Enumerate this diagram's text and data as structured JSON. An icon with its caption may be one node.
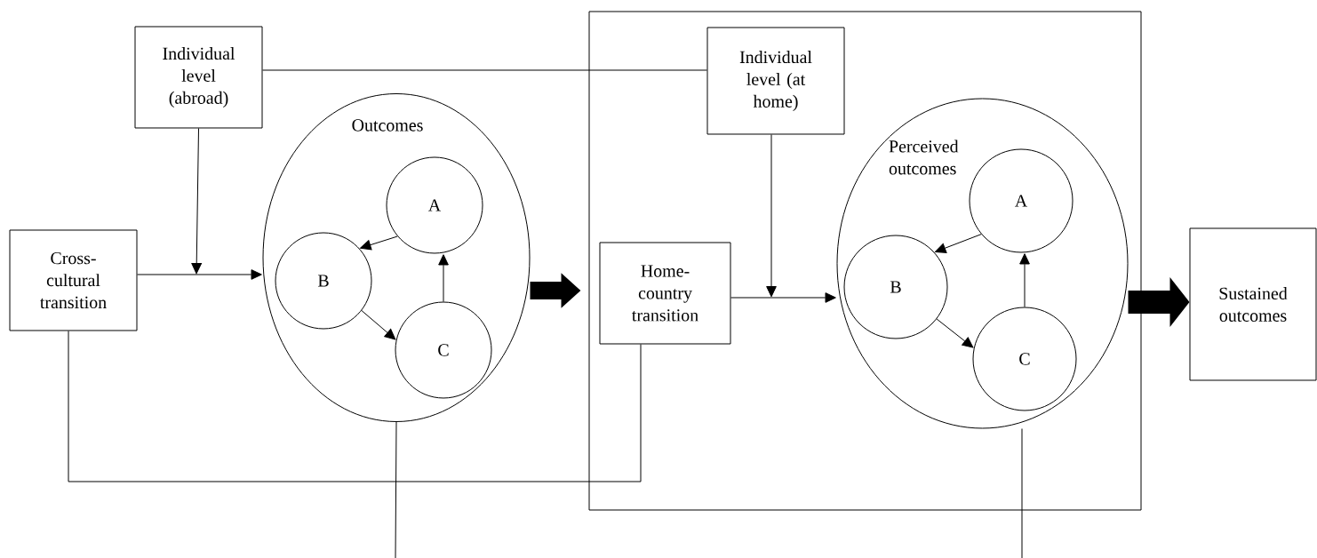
{
  "diagram": {
    "nodes": [
      {
        "text": [
          "Individual level (abroad)"
        ]
      },
      {
        "text": [
          "Cross-cultural transition"
        ]
      },
      {
        "text": [
          "Outcomes"
        ]
      },
      {
        "text": [
          "A"
        ],
        "in": 2
      },
      {
        "text": [
          "B"
        ],
        "in": 2
      },
      {
        "text": [
          "C"
        ],
        "in": 2
      },
      {
        "text": [],
        "shape": "box"
      },
      {
        "text": [
          "Individual level (at home)"
        ],
        "in": 6
      },
      {
        "text": [
          "Home-country transition"
        ],
        "in": 6
      },
      {
        "text": [
          "Perceived outcomes"
        ],
        "in": 6
      },
      {
        "text": [
          "A"
        ],
        "in": 9
      },
      {
        "text": [
          "B"
        ],
        "in": 9
      },
      {
        "text": [
          "C"
        ],
        "in": 9
      },
      {
        "text": [
          "Sustained outcomes"
        ]
      }
    ],
    "edges": [
      {
        "from": 0,
        "to": null,
        "arrow": "to"
      },
      {
        "from": 1,
        "to": 2,
        "arrow": "to"
      },
      {
        "from": 0,
        "to": 7,
        "arrow": "none"
      },
      {
        "from": 1,
        "to": 8,
        "arrow": "none"
      },
      {
        "from": 3,
        "to": 4,
        "arrow": "to"
      },
      {
        "from": 5,
        "to": 3,
        "arrow": "to"
      },
      {
        "from": 4,
        "to": 5,
        "arrow": "to"
      },
      {
        "from": 2,
        "to": 6,
        "arrow": "to",
        "style": "thick"
      },
      {
        "from": 2,
        "to": null,
        "arrow": "none"
      },
      {
        "from": 7,
        "to": null,
        "arrow": "to"
      },
      {
        "from": 8,
        "to": 9,
        "arrow": "to"
      },
      {
        "from": 10,
        "to": 11,
        "arrow": "to"
      },
      {
        "from": 12,
        "to": 10,
        "arrow": "to"
      },
      {
        "from": 11,
        "to": 12,
        "arrow": "to"
      },
      {
        "from": 9,
        "to": 13,
        "arrow": "to",
        "style": "thick"
      },
      {
        "from": 9,
        "to": null,
        "arrow": "none"
      }
    ]
  }
}
